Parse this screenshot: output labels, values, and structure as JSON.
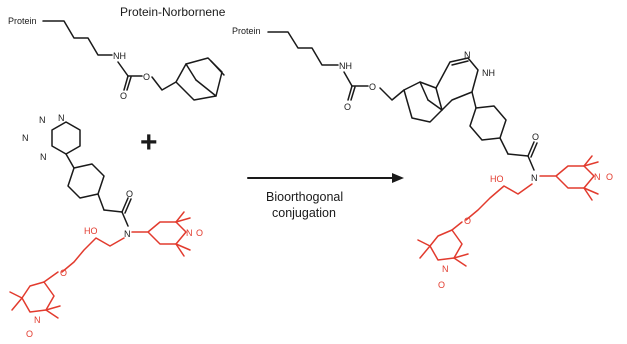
{
  "reactant_protein": {
    "title": "Protein-Norbornene",
    "protein_label": "Protein",
    "nh_label": "NH",
    "o_label": "O",
    "o_ester_label": "O"
  },
  "plus_sign": "+",
  "reactant_tetrazine": {
    "n1": "N",
    "n2": "N",
    "n3": "N",
    "n4": "N",
    "o_amide": "O",
    "ho_label": "HO",
    "n_amide": "N",
    "o_ether": "O",
    "n_tempo1": "N",
    "o_dot1": "O",
    "n_tempo2": "N",
    "o_dot2": "O"
  },
  "arrow": {
    "line1": "Bioorthogonal",
    "line2": "conjugation"
  },
  "product": {
    "protein_label": "Protein",
    "nh_label": "NH",
    "o_carbonyl": "O",
    "o_ester": "O",
    "n_label": "N",
    "nh_ring": "NH",
    "o_amide": "O",
    "ho_label": "HO",
    "n_amide": "N",
    "o_ether": "O",
    "n_tempo1": "N",
    "o_dot1": "O",
    "n_tempo2": "N",
    "o_dot2": "O"
  },
  "colors": {
    "black": "#1a1a1a",
    "red": "#e23b2e"
  }
}
